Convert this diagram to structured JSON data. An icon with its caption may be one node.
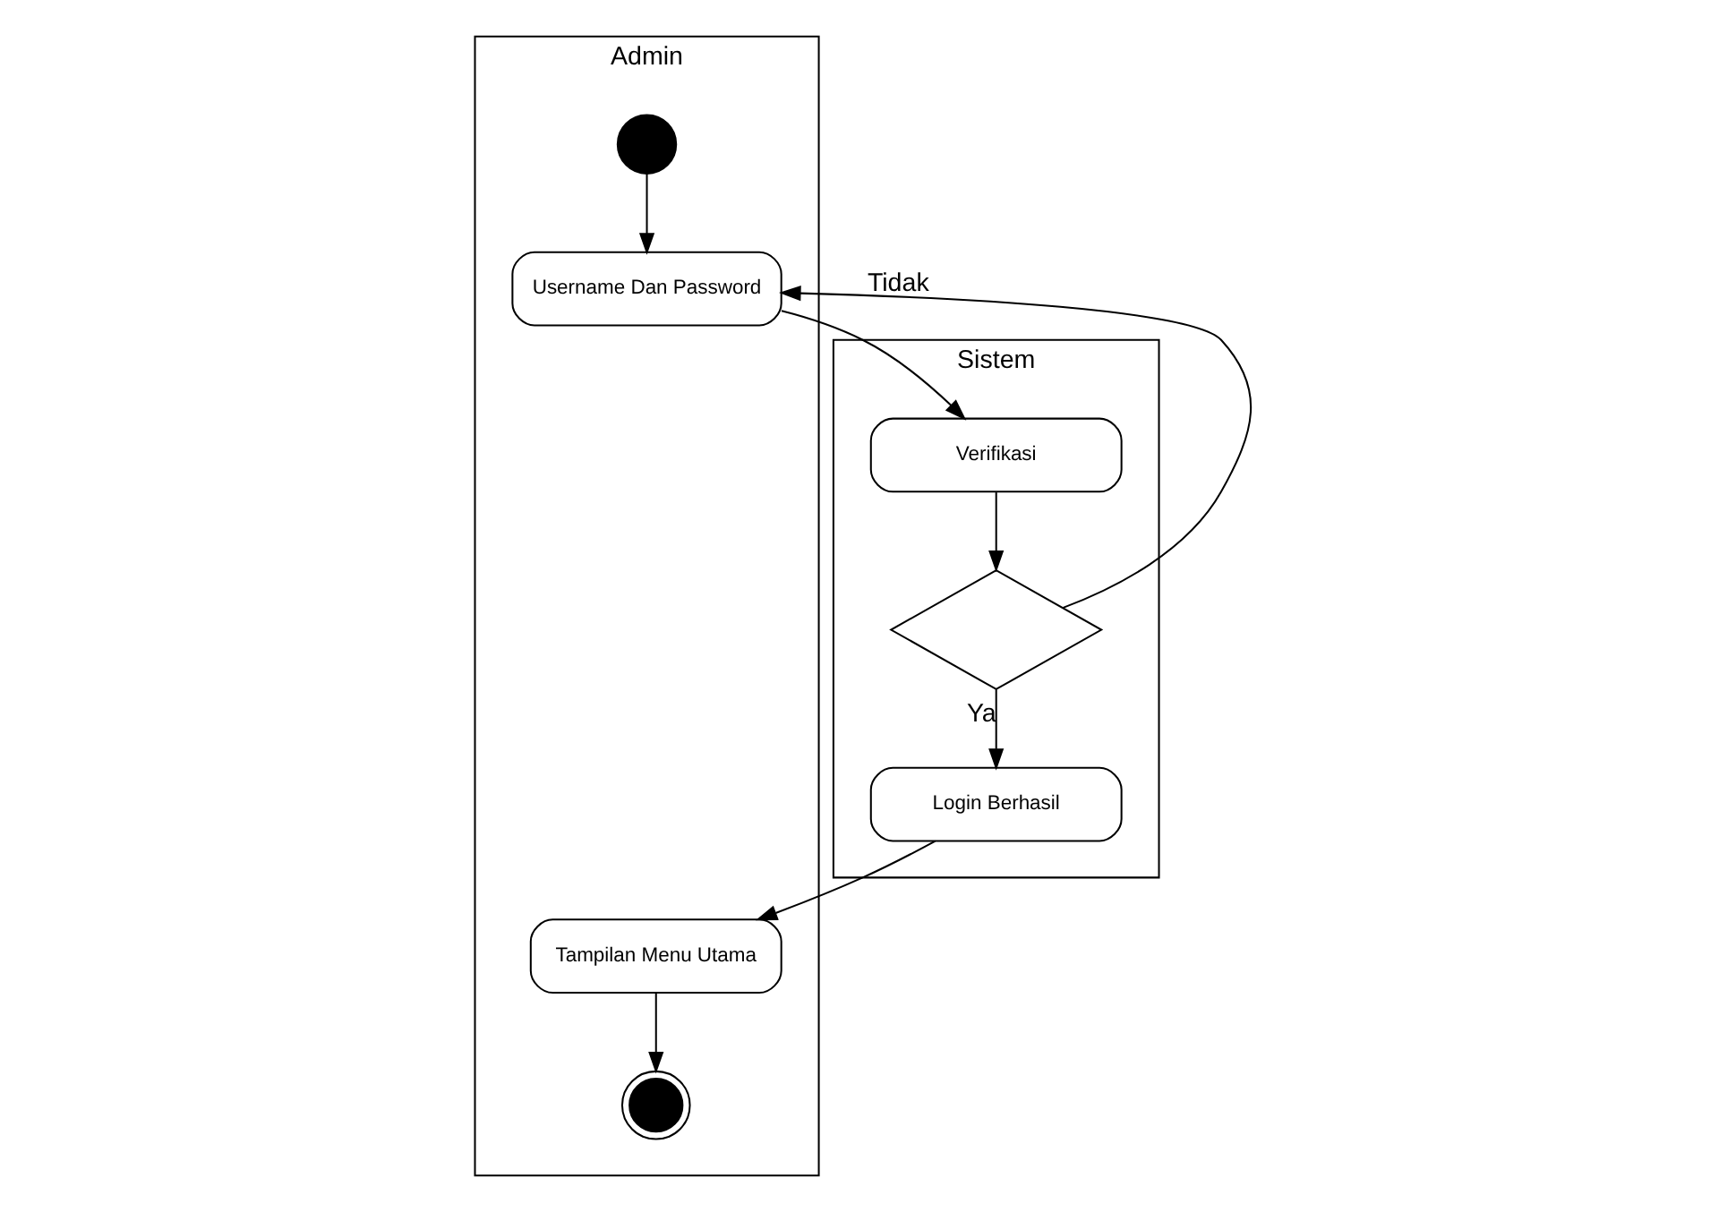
{
  "diagram": {
    "nodes": [
      {
        "text": [
          "Admin"
        ]
      },
      {
        "text": [
          "Sistem"
        ]
      },
      {
        "text": [],
        "shape": "circle",
        "in": 0
      },
      {
        "text": [
          "Username Dan Password"
        ],
        "in": 0
      },
      {
        "text": [
          "Verifikasi"
        ],
        "in": 1
      },
      {
        "text": [],
        "shape": "diamond",
        "in": 1
      },
      {
        "text": [
          "Login Berhasil"
        ],
        "in": 1
      },
      {
        "text": [
          "Tampilan Menu Utama"
        ],
        "in": 0
      },
      {
        "text": [],
        "shape": "bullseye",
        "in": 0
      }
    ],
    "edges": [
      {
        "from": 2,
        "to": 3,
        "arrow": "to"
      },
      {
        "from": 3,
        "to": 4,
        "arrow": "to"
      },
      {
        "from": 4,
        "to": 5,
        "arrow": "to"
      },
      {
        "from": 5,
        "to": 3,
        "arrow": "to",
        "label": "Tidak"
      },
      {
        "from": 5,
        "to": 6,
        "arrow": "to",
        "label": "Ya"
      },
      {
        "from": 6,
        "to": 7,
        "arrow": "to"
      },
      {
        "from": 7,
        "to": 8,
        "arrow": "to"
      }
    ]
  }
}
